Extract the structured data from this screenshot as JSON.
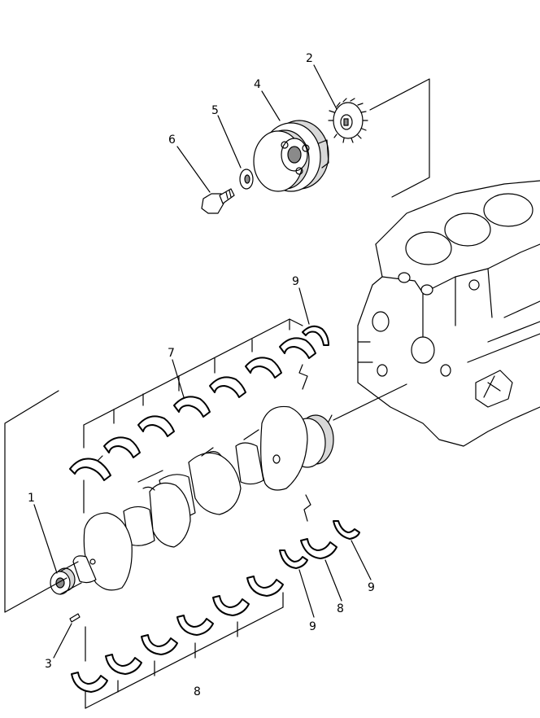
{
  "figure": {
    "callouts": {
      "c1": "1",
      "c2": "2",
      "c3": "3",
      "c4": "4",
      "c5": "5",
      "c6": "6",
      "c7": "7",
      "c8a": "8",
      "c8b": "8",
      "c9a": "9",
      "c9b": "9",
      "c9c": "9"
    },
    "parts": [
      "crankshaft",
      "crankshaft-gear",
      "dowel-pin",
      "crankshaft-pulley",
      "washer",
      "bolt",
      "upper-main-bearing",
      "lower-main-bearing",
      "thrust-washer"
    ]
  }
}
